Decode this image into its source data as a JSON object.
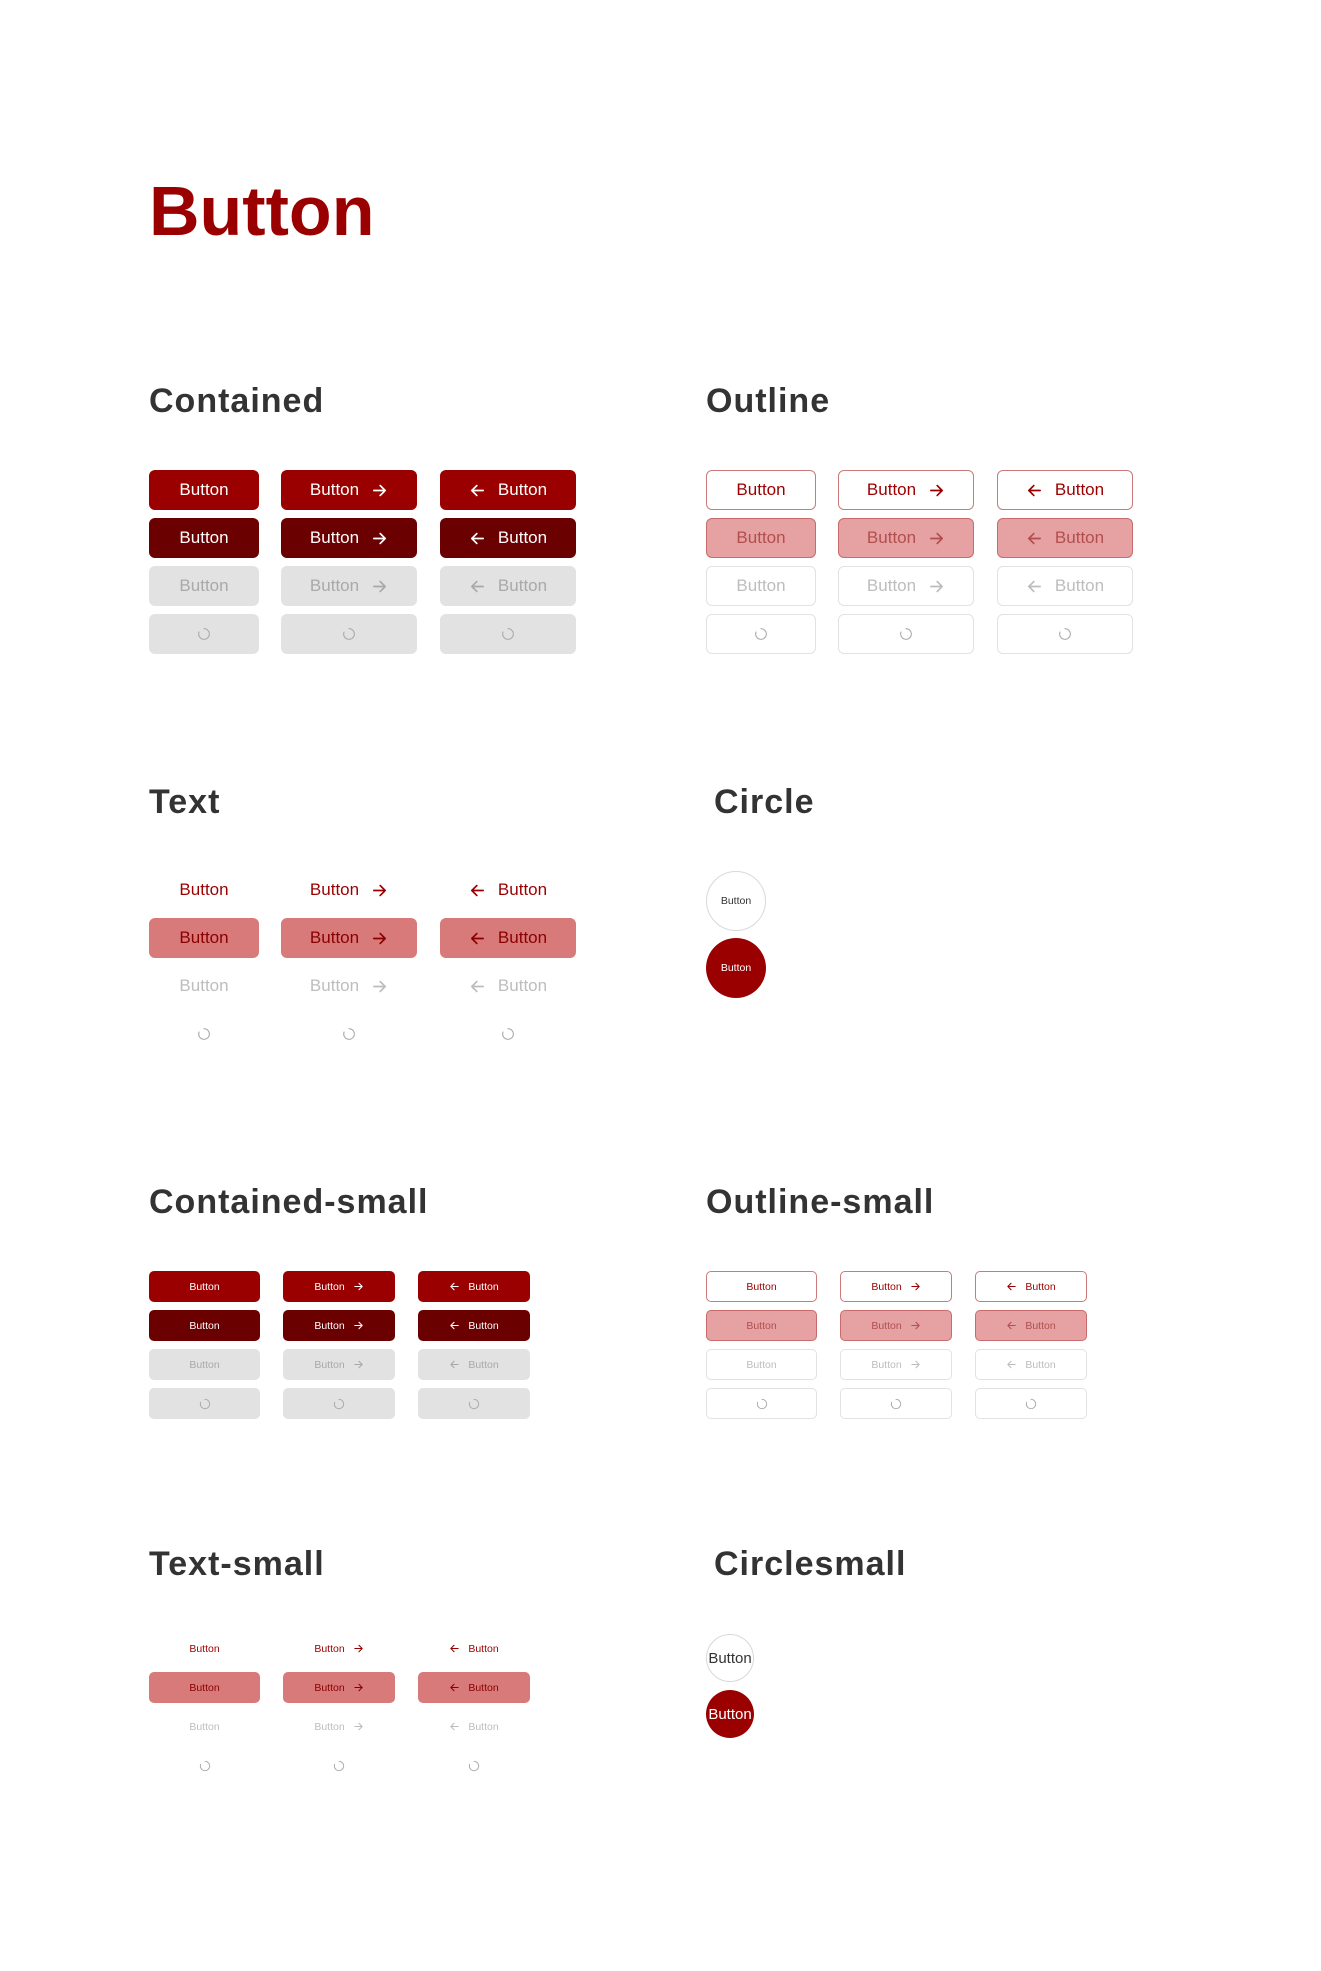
{
  "page": {
    "title": "Button"
  },
  "button_text": "Button",
  "icons": {
    "right": "arrow-right-icon",
    "left": "arrow-left-icon",
    "loading": "spinner-icon"
  },
  "colors": {
    "primary": "#9b0000",
    "primary_active": "#6b0000",
    "disabled_bg": "#e2e2e2",
    "disabled_text": "#a9a9a9",
    "outline_active_bg": "#e6a2a2",
    "text_active_bg": "#d97a7a",
    "heading": "#333333"
  },
  "states": [
    "default",
    "active",
    "disabled",
    "loading"
  ],
  "sections": [
    {
      "id": "contained",
      "title": "Contained"
    },
    {
      "id": "outline",
      "title": "Outline"
    },
    {
      "id": "text",
      "title": "Text"
    },
    {
      "id": "circle",
      "title": "Circle"
    },
    {
      "id": "contained-small",
      "title": "Contained-small"
    },
    {
      "id": "outline-small",
      "title": "Outline-small"
    },
    {
      "id": "text-small",
      "title": "Text-small"
    },
    {
      "id": "circle-small",
      "title": "Circlesmall"
    }
  ]
}
